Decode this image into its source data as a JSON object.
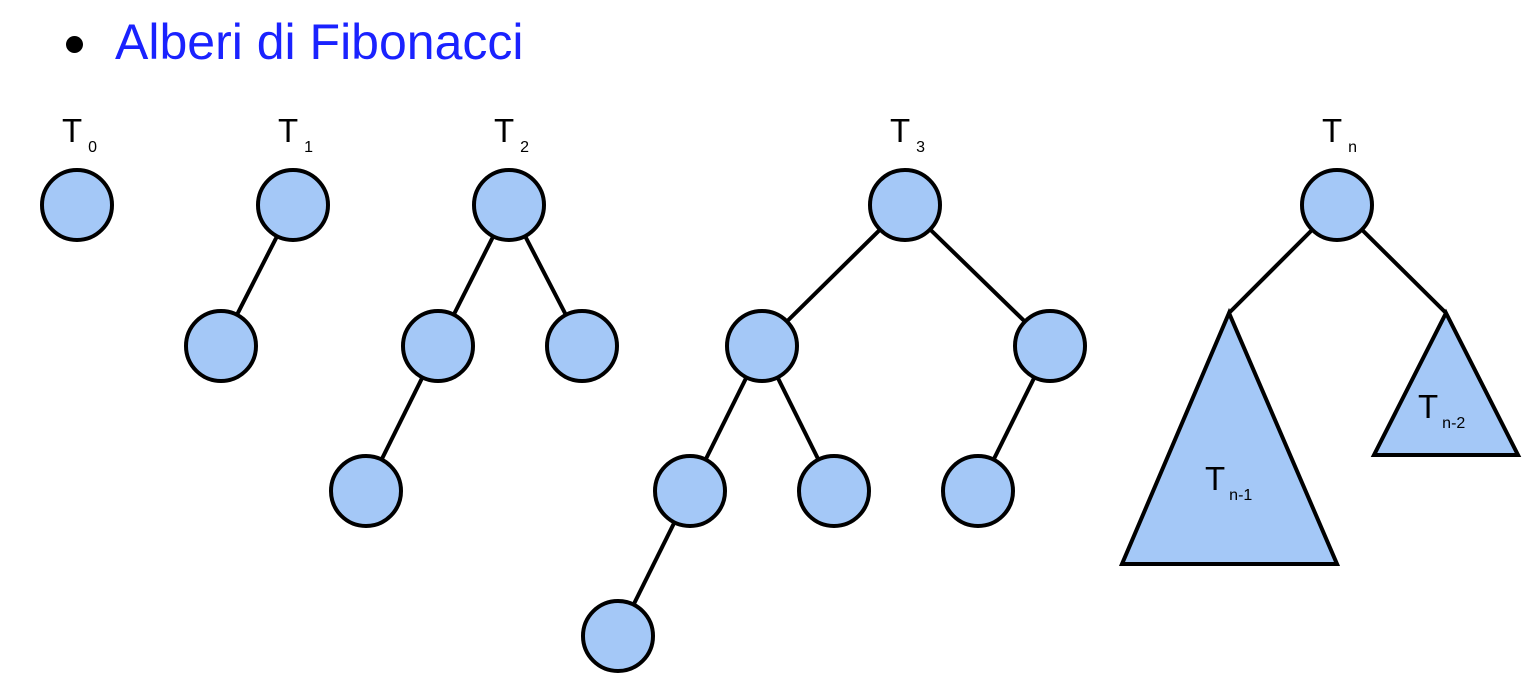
{
  "title": "Alberi di Fibonacci",
  "colors": {
    "title": "#1a22ff",
    "node_fill": "#a4c8f7",
    "stroke": "#000000"
  },
  "trees": [
    {
      "label": "T",
      "sub": "0"
    },
    {
      "label": "T",
      "sub": "1"
    },
    {
      "label": "T",
      "sub": "2"
    },
    {
      "label": "T",
      "sub": "3"
    },
    {
      "label": "T",
      "sub": "n"
    }
  ],
  "subtrees": [
    {
      "label": "T",
      "sub": "n-1"
    },
    {
      "label": "T",
      "sub": "n-2"
    }
  ]
}
